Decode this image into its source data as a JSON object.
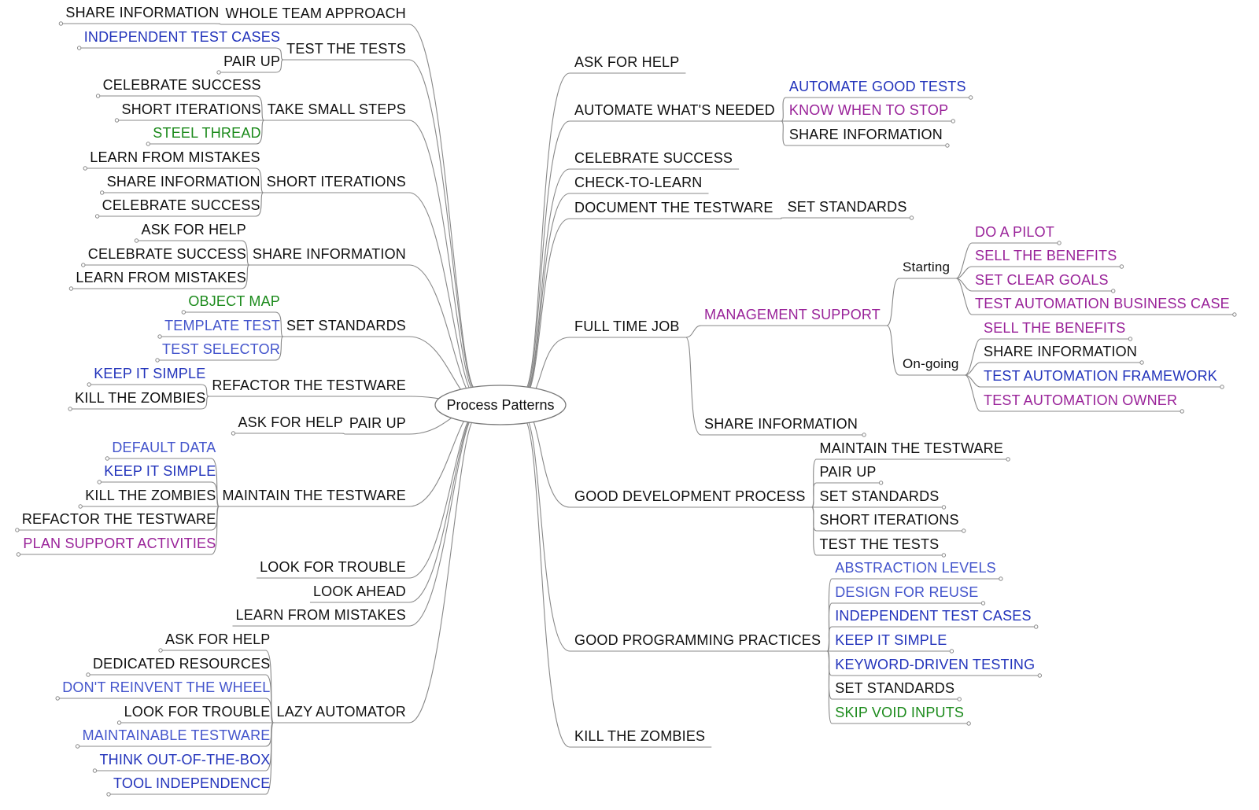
{
  "center": "Process Patterns",
  "colors": {
    "black": "#111111",
    "blue": "#2233bb",
    "lblue": "#4455cc",
    "purple": "#992299",
    "green": "#1b8a1b",
    "line": "#888888"
  },
  "left_branches": [
    {
      "label": "WHOLE TEAM APPROACH",
      "children": [
        {
          "label": "SHARE INFORMATION",
          "color": "black"
        }
      ]
    },
    {
      "label": "TEST THE TESTS",
      "children": [
        {
          "label": "INDEPENDENT TEST CASES",
          "color": "blue"
        },
        {
          "label": "PAIR UP",
          "color": "black"
        }
      ]
    },
    {
      "label": "TAKE SMALL STEPS",
      "children": [
        {
          "label": "CELEBRATE SUCCESS",
          "color": "black"
        },
        {
          "label": "SHORT ITERATIONS",
          "color": "black"
        },
        {
          "label": "STEEL THREAD",
          "color": "green"
        }
      ]
    },
    {
      "label": "SHORT ITERATIONS",
      "children": [
        {
          "label": "LEARN FROM MISTAKES",
          "color": "black"
        },
        {
          "label": "SHARE INFORMATION",
          "color": "black"
        },
        {
          "label": "CELEBRATE SUCCESS",
          "color": "black"
        }
      ]
    },
    {
      "label": "SHARE INFORMATION",
      "children": [
        {
          "label": "ASK FOR HELP",
          "color": "black"
        },
        {
          "label": "CELEBRATE SUCCESS",
          "color": "black"
        },
        {
          "label": "LEARN FROM MISTAKES",
          "color": "black"
        }
      ]
    },
    {
      "label": "SET STANDARDS",
      "children": [
        {
          "label": "OBJECT MAP",
          "color": "green"
        },
        {
          "label": "TEMPLATE TEST",
          "color": "lblue"
        },
        {
          "label": "TEST SELECTOR",
          "color": "lblue"
        }
      ]
    },
    {
      "label": "REFACTOR THE TESTWARE",
      "children": [
        {
          "label": "KEEP IT SIMPLE",
          "color": "blue"
        },
        {
          "label": "KILL THE ZOMBIES",
          "color": "black"
        }
      ]
    },
    {
      "label": "PAIR UP",
      "children": [
        {
          "label": "ASK FOR HELP",
          "color": "black"
        }
      ]
    },
    {
      "label": "MAINTAIN THE TESTWARE",
      "children": [
        {
          "label": "DEFAULT DATA",
          "color": "lblue"
        },
        {
          "label": "KEEP IT SIMPLE",
          "color": "blue"
        },
        {
          "label": "KILL THE ZOMBIES",
          "color": "black"
        },
        {
          "label": "REFACTOR THE TESTWARE",
          "color": "black"
        },
        {
          "label": "PLAN SUPPORT ACTIVITIES",
          "color": "purple"
        }
      ]
    },
    {
      "label": "LOOK FOR TROUBLE",
      "children": []
    },
    {
      "label": "LOOK AHEAD",
      "children": []
    },
    {
      "label": "LEARN FROM MISTAKES",
      "children": []
    },
    {
      "label": "LAZY AUTOMATOR",
      "children": [
        {
          "label": "ASK FOR HELP",
          "color": "black"
        },
        {
          "label": "DEDICATED RESOURCES",
          "color": "black"
        },
        {
          "label": "DON'T REINVENT THE WHEEL",
          "color": "lblue"
        },
        {
          "label": "LOOK FOR TROUBLE",
          "color": "black"
        },
        {
          "label": "MAINTAINABLE TESTWARE",
          "color": "lblue"
        },
        {
          "label": "THINK OUT-OF-THE-BOX",
          "color": "blue"
        },
        {
          "label": "TOOL INDEPENDENCE",
          "color": "blue"
        }
      ]
    }
  ],
  "right_branches": [
    {
      "label": "ASK FOR HELP",
      "children": []
    },
    {
      "label": "AUTOMATE WHAT'S NEEDED",
      "children": [
        {
          "label": "AUTOMATE GOOD TESTS",
          "color": "blue"
        },
        {
          "label": "KNOW WHEN TO STOP",
          "color": "purple"
        },
        {
          "label": "SHARE INFORMATION",
          "color": "black"
        }
      ]
    },
    {
      "label": "CELEBRATE SUCCESS",
      "children": []
    },
    {
      "label": "CHECK-TO-LEARN",
      "children": []
    },
    {
      "label": "DOCUMENT THE TESTWARE",
      "children": [
        {
          "label": "SET STANDARDS",
          "color": "black"
        }
      ]
    },
    {
      "label": "FULL TIME JOB",
      "children": [
        {
          "label": "MANAGEMENT SUPPORT",
          "color": "purple",
          "groups": [
            {
              "label": "Starting",
              "items": [
                {
                  "label": "DO A PILOT",
                  "color": "purple"
                },
                {
                  "label": "SELL THE BENEFITS",
                  "color": "purple"
                },
                {
                  "label": "SET CLEAR GOALS",
                  "color": "purple"
                },
                {
                  "label": "TEST AUTOMATION BUSINESS CASE",
                  "color": "purple"
                }
              ]
            },
            {
              "label": "On-going",
              "items": [
                {
                  "label": "SELL THE BENEFITS",
                  "color": "purple"
                },
                {
                  "label": "SHARE INFORMATION",
                  "color": "black"
                },
                {
                  "label": "TEST AUTOMATION FRAMEWORK",
                  "color": "blue"
                },
                {
                  "label": "TEST AUTOMATION OWNER",
                  "color": "purple"
                }
              ]
            }
          ]
        },
        {
          "label": "SHARE INFORMATION",
          "color": "black"
        }
      ]
    },
    {
      "label": "GOOD DEVELOPMENT PROCESS",
      "children": [
        {
          "label": "MAINTAIN THE TESTWARE",
          "color": "black"
        },
        {
          "label": "PAIR UP",
          "color": "black"
        },
        {
          "label": "SET STANDARDS",
          "color": "black"
        },
        {
          "label": "SHORT ITERATIONS",
          "color": "black"
        },
        {
          "label": "TEST THE TESTS",
          "color": "black"
        }
      ]
    },
    {
      "label": "GOOD PROGRAMMING PRACTICES",
      "children": [
        {
          "label": "ABSTRACTION LEVELS",
          "color": "lblue"
        },
        {
          "label": "DESIGN FOR REUSE",
          "color": "lblue"
        },
        {
          "label": "INDEPENDENT TEST CASES",
          "color": "blue"
        },
        {
          "label": "KEEP IT SIMPLE",
          "color": "blue"
        },
        {
          "label": "KEYWORD-DRIVEN TESTING",
          "color": "blue"
        },
        {
          "label": "SET STANDARDS",
          "color": "black"
        },
        {
          "label": "SKIP VOID INPUTS",
          "color": "green"
        }
      ]
    },
    {
      "label": "KILL THE ZOMBIES",
      "children": []
    }
  ]
}
